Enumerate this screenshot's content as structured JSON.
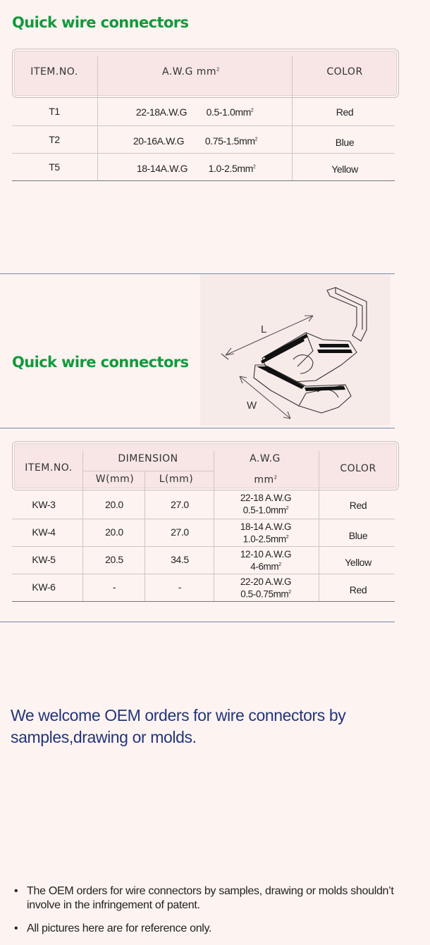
{
  "section1": {
    "title": "Quick wire connectors",
    "headers": {
      "item": "ITEM.NO.",
      "awg": "A.W.G mm",
      "awg_sup": "2",
      "color": "COLOR"
    },
    "rows": [
      {
        "item": "T1",
        "awg": "22-18A.W.G",
        "mm": "0.5-1.0mm",
        "color": "Red"
      },
      {
        "item": "T2",
        "awg": "20-16A.W.G",
        "mm": "0.75-1.5mm",
        "color": "Blue"
      },
      {
        "item": "T5",
        "awg": "18-14A.W.G",
        "mm": "1.0-2.5mm",
        "color": "Yellow"
      }
    ]
  },
  "section2": {
    "title": "Quick wire connectors",
    "figure": {
      "label_l": "L",
      "label_w": "W"
    },
    "headers": {
      "item": "ITEM.NO.",
      "dimension": "DIMENSION",
      "w": "W(mm)",
      "l": "L(mm)",
      "awg": "A.W.G",
      "awg_unit": "mm",
      "awg_sup": "2",
      "color": "COLOR"
    },
    "rows": [
      {
        "item": "KW-3",
        "w": "20.0",
        "l": "27.0",
        "awg": "22-18  A.W.G",
        "mm": "0.5-1.0mm",
        "color": "Red"
      },
      {
        "item": "KW-4",
        "w": "20.0",
        "l": "27.0",
        "awg": "18-14  A.W.G",
        "mm": "1.0-2.5mm",
        "color": "Blue"
      },
      {
        "item": "KW-5",
        "w": "20.5",
        "l": "34.5",
        "awg": "12-10  A.W.G",
        "mm": "4-6mm",
        "color": "Yellow"
      },
      {
        "item": "KW-6",
        "w": "-",
        "l": "-",
        "awg": "22-20  A.W.G",
        "mm": "0.5-0.75mm",
        "color": "Red"
      }
    ]
  },
  "oem_text": "We welcome OEM orders for wire connectors  by samples,drawing or molds.",
  "notes": [
    "The  OEM orders for wire connectors  by samples, drawing or molds shouldn’t involve in the infringement of patent.",
    "All  pictures  here  are  for  reference  only."
  ]
}
